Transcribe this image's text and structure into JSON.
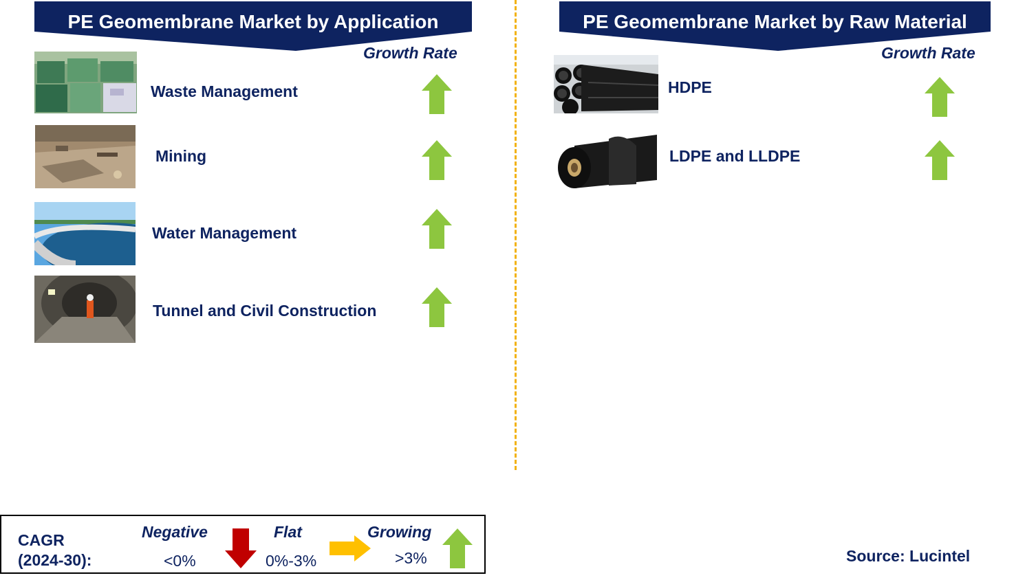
{
  "left_panel": {
    "title": "PE Geomembrane Market by Application",
    "growth_header": "Growth Rate",
    "items": [
      {
        "label": "Waste Management",
        "image": "recycled-plastic-bales-photo",
        "trend": "growing"
      },
      {
        "label": "Mining",
        "image": "open-pit-mine-photo",
        "trend": "growing"
      },
      {
        "label": "Water Management",
        "image": "water-treatment-tank-photo",
        "trend": "growing"
      },
      {
        "label": "Tunnel and Civil Construction",
        "image": "tunnel-worker-photo",
        "trend": "growing"
      }
    ]
  },
  "right_panel": {
    "title": "PE Geomembrane Market by Raw Material",
    "growth_header": "Growth Rate",
    "items": [
      {
        "label": "HDPE",
        "image": "hdpe-pipes-photo",
        "trend": "growing"
      },
      {
        "label": "LDPE and LLDPE",
        "image": "geomembrane-rolls-photo",
        "trend": "growing"
      }
    ]
  },
  "legend": {
    "cagr_label_line1": "CAGR",
    "cagr_label_line2": "(2024-30):",
    "negative_label": "Negative",
    "negative_range": "<0%",
    "flat_label": "Flat",
    "flat_range": "0%-3%",
    "growing_label": "Growing",
    "growing_range": ">3%"
  },
  "source": "Source: Lucintel",
  "colors": {
    "banner": "#0e2360",
    "text": "#0e2360",
    "growing_arrow": "#8dc63f",
    "negative_arrow": "#c00000",
    "flat_arrow": "#ffc000",
    "divider": "#f2b212"
  }
}
